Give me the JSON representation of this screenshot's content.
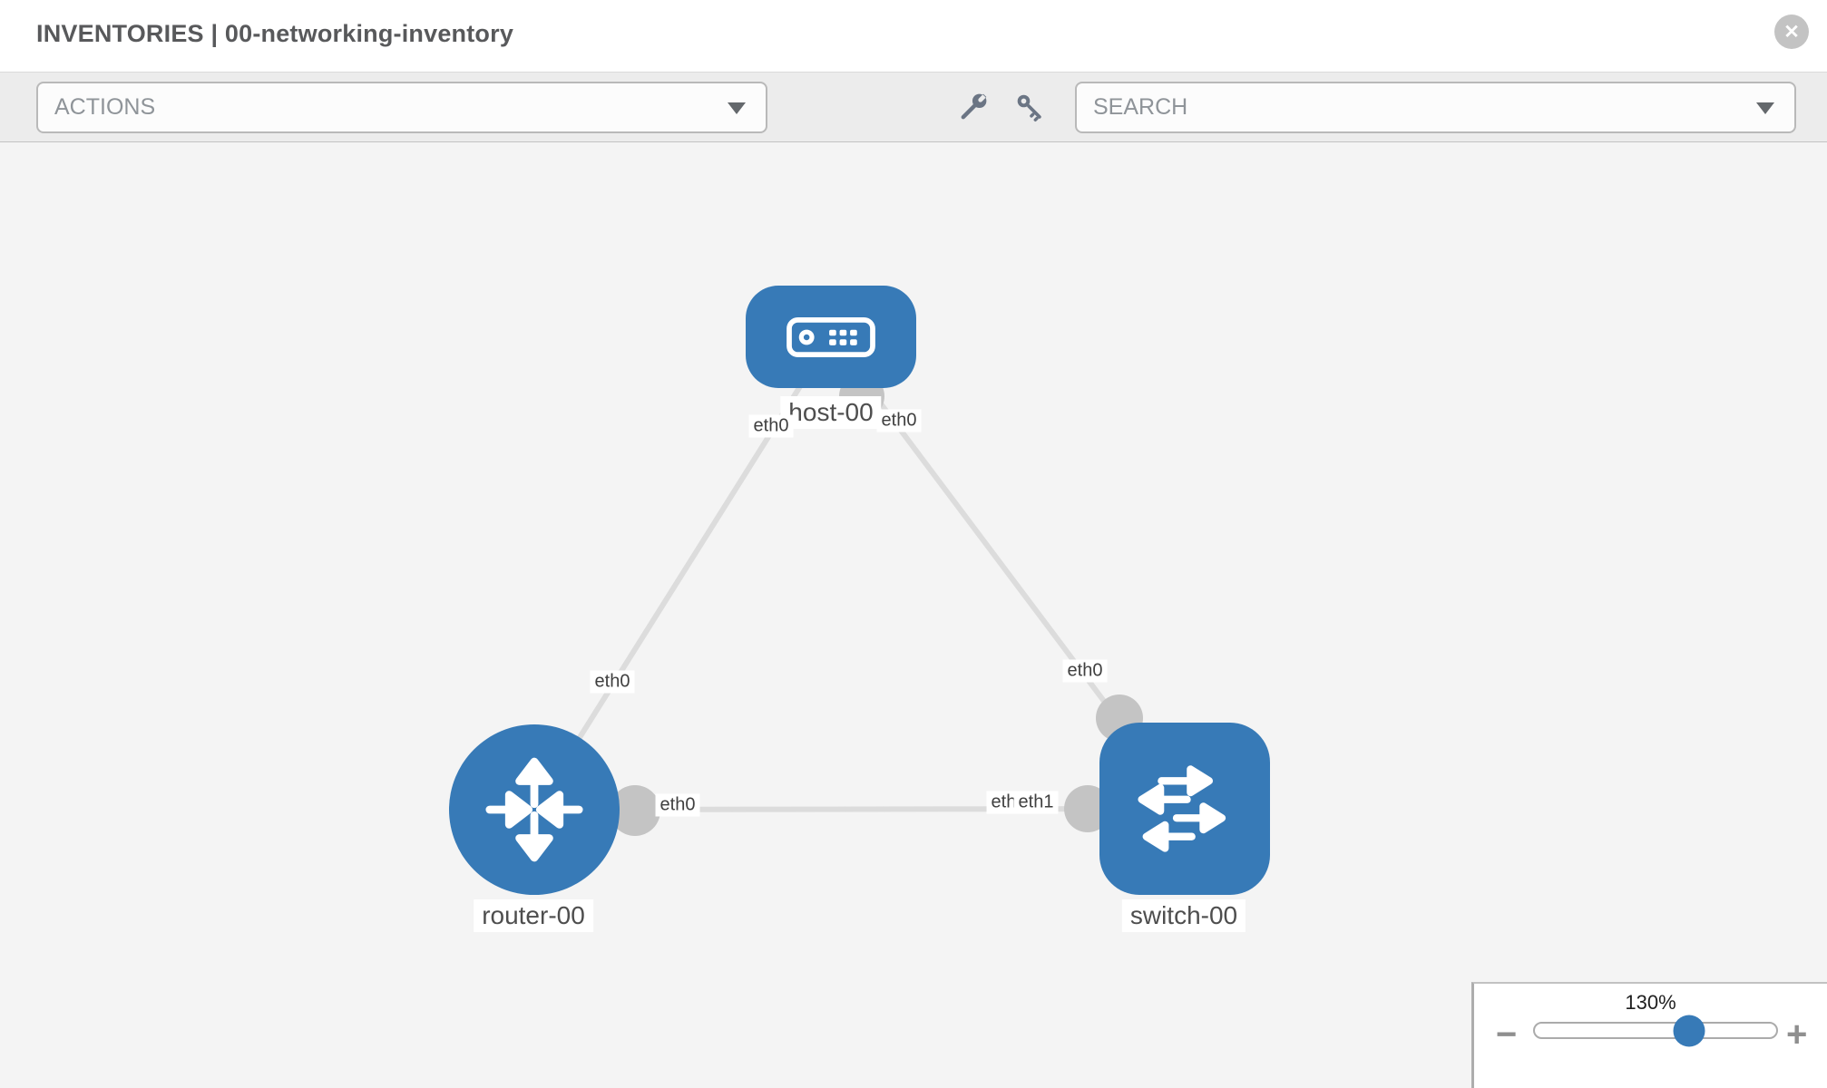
{
  "header": {
    "title": "INVENTORIES | 00-networking-inventory",
    "close_icon": "circle-x-icon",
    "close_glyph": "✕"
  },
  "toolbar": {
    "actions_label": "ACTIONS",
    "search_placeholder": "SEARCH",
    "tool_icons": [
      "wrench-icon",
      "key-icon"
    ]
  },
  "topology": {
    "nodes": [
      {
        "id": "host-00",
        "type": "host",
        "label": "host-00"
      },
      {
        "id": "router-00",
        "type": "router",
        "label": "router-00"
      },
      {
        "id": "switch-00",
        "type": "switch",
        "label": "switch-00"
      }
    ],
    "links": [
      {
        "from": "host-00",
        "to": "router-00",
        "from_interface": "eth0",
        "to_interface": "eth0"
      },
      {
        "from": "host-00",
        "to": "switch-00",
        "from_interface": "eth0",
        "to_interface": "eth0"
      },
      {
        "from": "router-00",
        "to": "switch-00",
        "from_interface": "eth0",
        "to_interface": "eth1"
      }
    ],
    "if_labels": [
      {
        "id": "host-eth0-left",
        "text": "eth0"
      },
      {
        "id": "host-eth0-right",
        "text": "eth0"
      },
      {
        "id": "router-eth0-diag",
        "text": "eth0"
      },
      {
        "id": "switch-eth0-diag",
        "text": "eth0"
      },
      {
        "id": "router-eth0-horiz",
        "text": "eth0"
      },
      {
        "id": "switch-eth0-horiz",
        "text": "eth0"
      },
      {
        "id": "switch-eth1-horiz",
        "text": "eth1"
      }
    ]
  },
  "zoom_control": {
    "value_label": "130%",
    "minus_label": "−",
    "plus_label": "+",
    "slider_percent": 64
  },
  "colors": {
    "node_blue": "#377ab7",
    "connector_gray": "#c4c4c4",
    "link_gray": "#dcdcdc",
    "canvas_bg": "#f4f4f4",
    "toolbar_bg": "#ececec",
    "icon_slate": "#6b7584"
  }
}
